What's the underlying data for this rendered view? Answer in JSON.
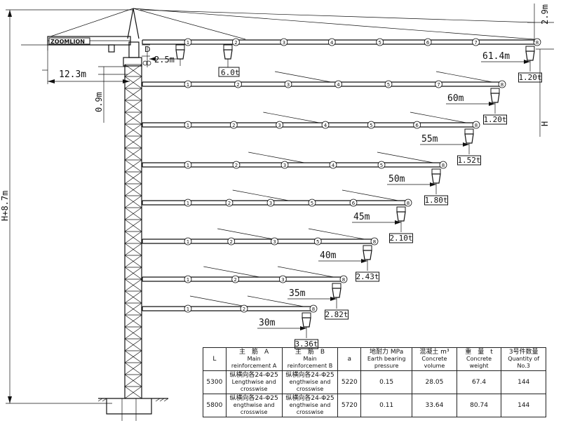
{
  "brand": "ZOOMLION",
  "dimensions": {
    "total_height": "H+8.7m",
    "h": "H",
    "top_offset": "2.9m",
    "counter_jib": "12.3m",
    "base_offset": "0.9m",
    "min_radius": "2.5m",
    "d_label": "D"
  },
  "jibs": [
    {
      "length": "61.4m",
      "load": "1.20t",
      "seg_count": 8,
      "sections": [
        "1",
        "2",
        "3",
        "4",
        "5",
        "6",
        "7",
        "8"
      ],
      "close_load": "6.0t"
    },
    {
      "length": "60m",
      "load": "1.20t",
      "seg_count": 7,
      "sections": [
        "1",
        "2",
        "3",
        "4",
        "5",
        "7",
        "8"
      ]
    },
    {
      "length": "55m",
      "load": "1.52t",
      "seg_count": 7,
      "sections": [
        "1",
        "2",
        "3",
        "4",
        "5",
        "6",
        "8"
      ]
    },
    {
      "length": "50m",
      "load": "1.80t",
      "seg_count": 6,
      "sections": [
        "1",
        "2",
        "3",
        "4",
        "5",
        "8"
      ]
    },
    {
      "length": "45m",
      "load": "2.10t",
      "seg_count": 6,
      "sections": [
        "1",
        "2",
        "3",
        "5",
        "6",
        "8"
      ]
    },
    {
      "length": "40m",
      "load": "2.43t",
      "seg_count": 5,
      "sections": [
        "1",
        "2",
        "3",
        "5",
        "8"
      ]
    },
    {
      "length": "35m",
      "load": "2.82t",
      "seg_count": 4,
      "sections": [
        "1",
        "2",
        "3",
        "8"
      ]
    },
    {
      "length": "30m",
      "load": "3.36t",
      "seg_count": 3,
      "sections": [
        "1",
        "2",
        "8"
      ]
    }
  ],
  "table": {
    "headers": [
      {
        "cn": "L",
        "en": ""
      },
      {
        "cn": "主　筋　A",
        "en": "Main reinforcement A"
      },
      {
        "cn": "主　筋　B",
        "en": "Main reinforcement B"
      },
      {
        "cn": "a",
        "en": ""
      },
      {
        "cn": "地耐力 MPa",
        "en": "Earth bearing pressure"
      },
      {
        "cn": "混凝土 m³",
        "en": "Concrete volume"
      },
      {
        "cn": "重　量　t",
        "en": "Concrete weight"
      },
      {
        "cn": "3号件数量",
        "en": "Quantity of No.3"
      }
    ],
    "rows": [
      {
        "L": "5300",
        "A_cn": "纵横向各24-Φ25",
        "A_en": "Lengthwise and crosswise",
        "B_cn": "纵横向各24-Φ25",
        "B_en": "engthwise and crosswise",
        "a": "5220",
        "pressure": "0.15",
        "volume": "28.05",
        "weight": "67.4",
        "qty": "144"
      },
      {
        "L": "5800",
        "A_cn": "纵横向各24-Φ25",
        "A_en": "engthwise and crosswise",
        "B_cn": "纵横向各24-Φ25",
        "B_en": "engthwise and crosswise",
        "a": "5720",
        "pressure": "0.11",
        "volume": "33.64",
        "weight": "80.74",
        "qty": "144"
      }
    ]
  }
}
